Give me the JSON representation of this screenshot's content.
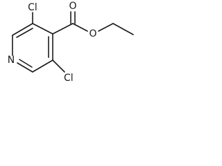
{
  "atoms": {
    "top_left_chlorine": "Cl",
    "bottom_right_chlorine": "Cl",
    "ring_nitrogen": "N",
    "carbonyl_oxygen": "O",
    "ester_oxygen": "O"
  }
}
